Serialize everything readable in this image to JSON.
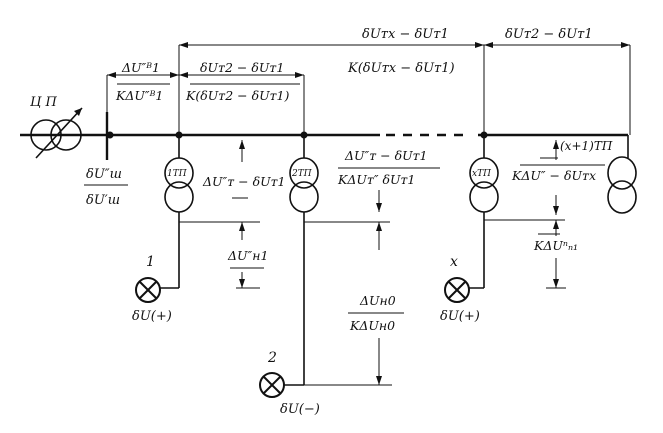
{
  "labels": {
    "source": "Ц П",
    "top_right_1": "δUᴛx − δUᴛ1",
    "top_right_2": "K(δUᴛx − δUᴛ1)",
    "top_far_right": "δUᴛ2 − δUᴛ1",
    "seg1_top": "ΔU″ᴮ1",
    "seg1_bottom": "KΔU″ᴮ1",
    "seg2_top": "δUᴛ2 − δUᴛ1",
    "seg2_bottom": "K(δUᴛ2 − δUᴛ1)",
    "bus_voltage_top": "δU″ш",
    "bus_voltage_bottom": "δU′ш",
    "tp1_label": "1ТП",
    "tp1_drop": "ΔU″ᴛ − δUᴛ1",
    "tp2_label": "2ТП",
    "tp2_drop_top": "ΔU″ᴛ − δUᴛ1",
    "tp2_drop_bottom": "KΔUᴛ″ δUᴛ1",
    "tpx_label": "xТП",
    "tpx1_label": "(x+1)ТП",
    "tpx_drop": "KΔU″ − δUᴛx",
    "load1_drop": "ΔU″н1",
    "loadx_drop": "KΔUⁿₙ₁",
    "load2_drop_top": "ΔUн0",
    "load2_drop_bottom": "KΔUн0",
    "load1_num": "1",
    "load1_dev": "δU(+)",
    "load2_num": "2",
    "load2_dev": "δU(−)",
    "loadx_num": "x",
    "loadx_dev": "δU(+)"
  }
}
